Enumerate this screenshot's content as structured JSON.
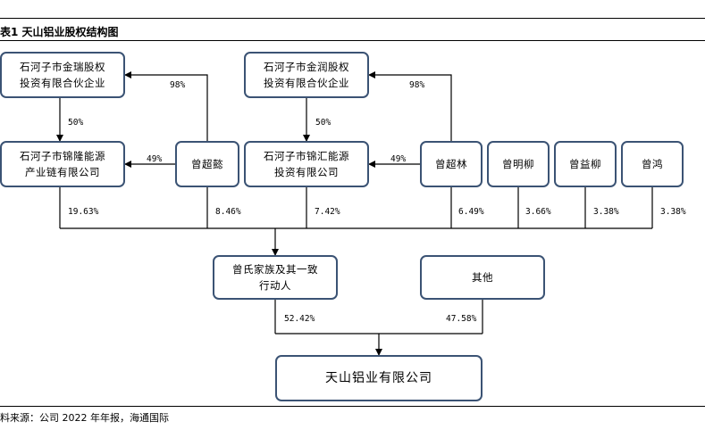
{
  "title": "表1 天山铝业股权结构图",
  "source": "料来源：公司 2022 年年报，海通国际",
  "nodes": {
    "jinrui": "石河子市金瑞股权\n投资有限合伙企业",
    "jinrun": "石河子市金润股权\n投资有限合伙企业",
    "jinlong": "石河子市锦隆能源\n产业链有限公司",
    "jinhui": "石河子市锦汇能源\n投资有限公司",
    "zeng_chaoyi": "曾超懿",
    "zeng_chaolin": "曾超林",
    "zeng_mingliu": "曾明柳",
    "zeng_yiliu": "曾益柳",
    "zeng_hong": "曾鸿",
    "family": "曾氏家族及其一致\n行动人",
    "others": "其他",
    "company": "天山铝业有限公司"
  },
  "edges": {
    "chaoyi_to_jinrui": "98%",
    "chaolin_to_jinrun": "98%",
    "jinrui_to_jinlong": "50%",
    "jinrun_to_jinhui": "50%",
    "chaoyi_to_jinlong": "49%",
    "chaolin_to_jinhui": "49%",
    "jinlong_to_family": "19.63%",
    "chaoyi_to_family": "8.46%",
    "jinhui_to_family": "7.42%",
    "chaolin_to_family": "6.49%",
    "mingliu_to_family": "3.66%",
    "yiliu_to_family": "3.38%",
    "hong_to_family": "3.38%",
    "family_to_company": "52.42%",
    "others_to_company": "47.58%"
  }
}
